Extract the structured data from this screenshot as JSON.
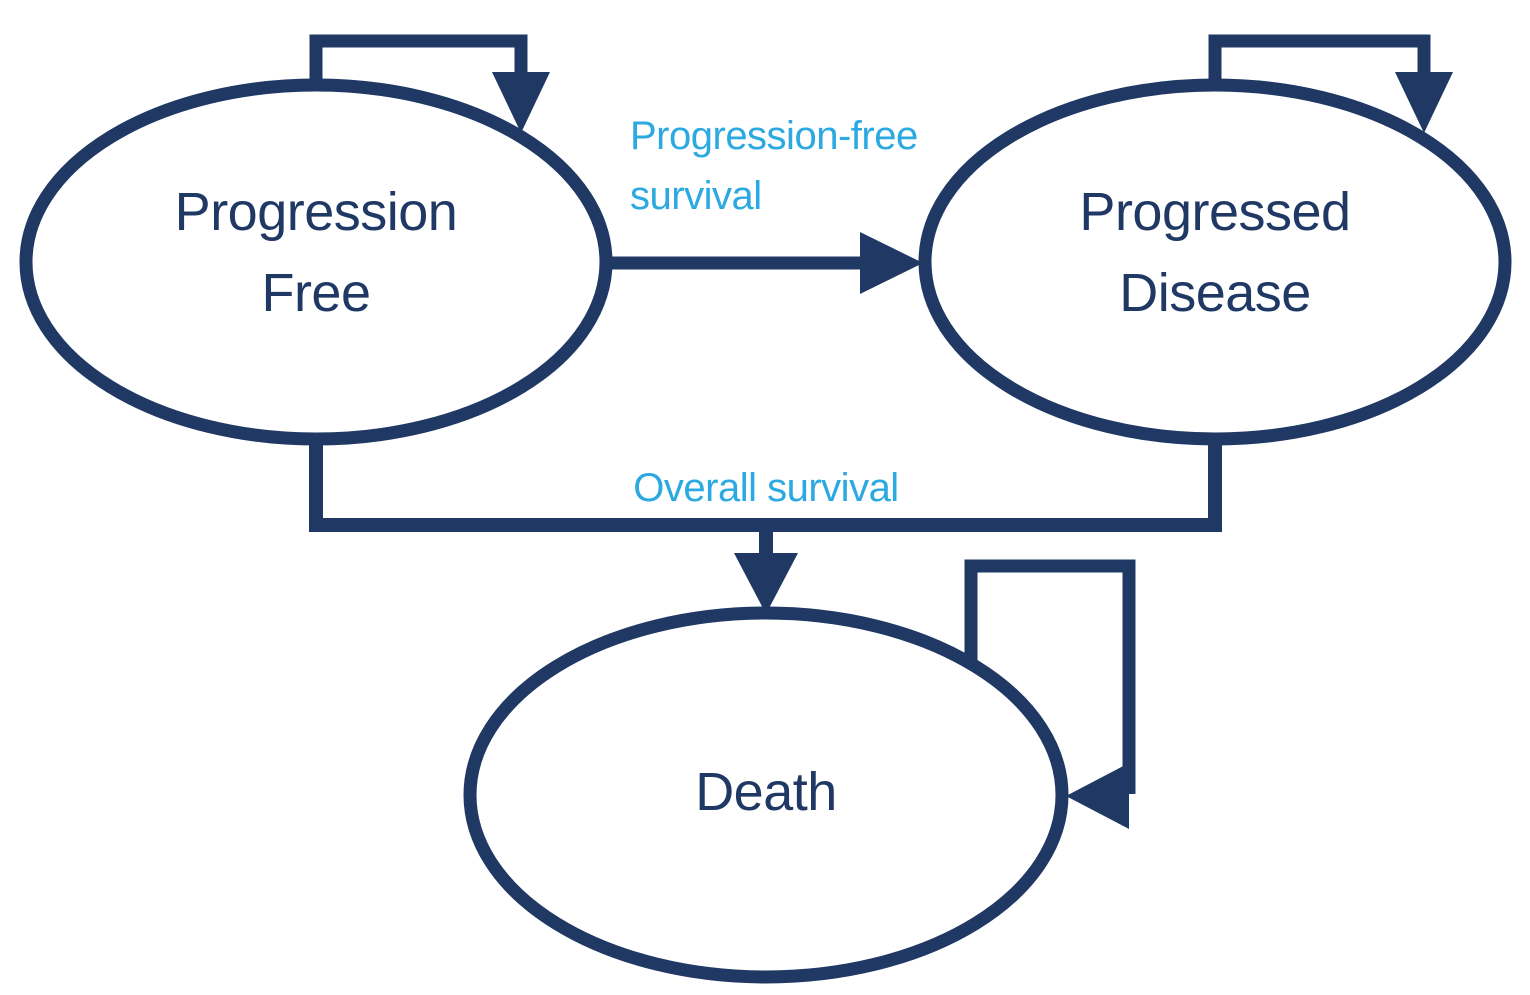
{
  "diagram": {
    "type": "state-transition-model",
    "nodes": [
      {
        "id": "progression-free",
        "label": "Progression Free"
      },
      {
        "id": "progressed-disease",
        "label": "Progressed Disease"
      },
      {
        "id": "death",
        "label": "Death"
      }
    ],
    "edges": [
      {
        "from": "progression-free",
        "to": "progression-free",
        "kind": "self-loop",
        "label": ""
      },
      {
        "from": "progressed-disease",
        "to": "progressed-disease",
        "kind": "self-loop",
        "label": ""
      },
      {
        "from": "death",
        "to": "death",
        "kind": "self-loop",
        "label": ""
      },
      {
        "from": "progression-free",
        "to": "progressed-disease",
        "kind": "arrow",
        "label": "Progression-free survival"
      },
      {
        "from": "progression-free,progressed-disease",
        "to": "death",
        "kind": "merged-arrow",
        "label": "Overall survival"
      }
    ],
    "colors": {
      "node_stroke": "#1F3864",
      "node_fill": "#FFFFFF",
      "node_text": "#1F3864",
      "edge_stroke": "#1F3864",
      "edge_label_text": "#2BA9E0",
      "background": "#FFFFFF"
    }
  }
}
